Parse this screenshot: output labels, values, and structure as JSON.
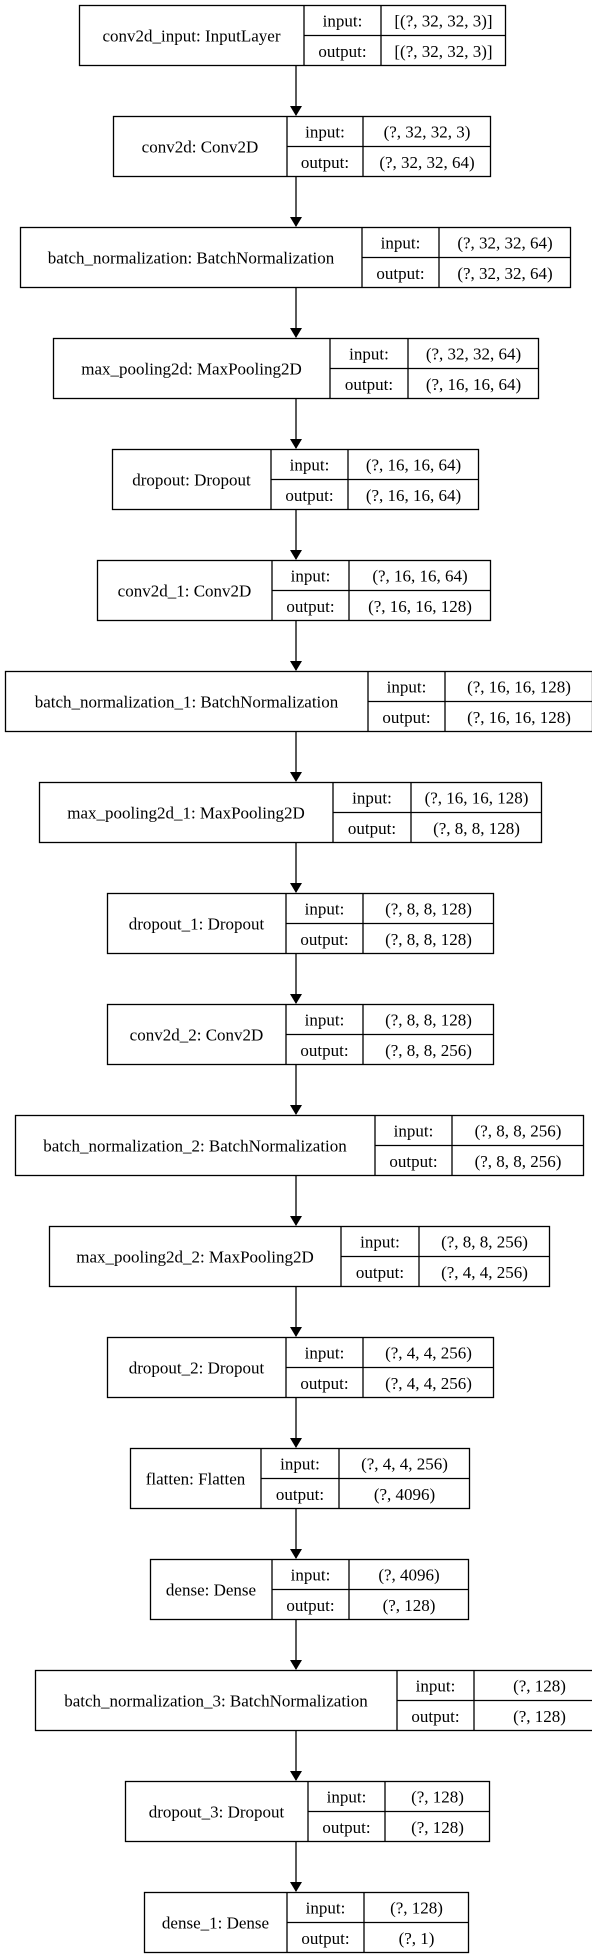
{
  "diagram": {
    "field_labels": {
      "input": "input:",
      "output": "output:"
    },
    "layers": [
      {
        "name": "conv2d_input: InputLayer",
        "input": "[(?, 32, 32, 3)]",
        "output": "[(?, 32, 32, 3)]"
      },
      {
        "name": "conv2d: Conv2D",
        "input": "(?, 32, 32, 3)",
        "output": "(?, 32, 32, 64)"
      },
      {
        "name": "batch_normalization: BatchNormalization",
        "input": "(?, 32, 32, 64)",
        "output": "(?, 32, 32, 64)"
      },
      {
        "name": "max_pooling2d: MaxPooling2D",
        "input": "(?, 32, 32, 64)",
        "output": "(?, 16, 16, 64)"
      },
      {
        "name": "dropout: Dropout",
        "input": "(?, 16, 16, 64)",
        "output": "(?, 16, 16, 64)"
      },
      {
        "name": "conv2d_1: Conv2D",
        "input": "(?, 16, 16, 64)",
        "output": "(?, 16, 16, 128)"
      },
      {
        "name": "batch_normalization_1: BatchNormalization",
        "input": "(?, 16, 16, 128)",
        "output": "(?, 16, 16, 128)"
      },
      {
        "name": "max_pooling2d_1: MaxPooling2D",
        "input": "(?, 16, 16, 128)",
        "output": "(?, 8, 8, 128)"
      },
      {
        "name": "dropout_1: Dropout",
        "input": "(?, 8, 8, 128)",
        "output": "(?, 8, 8, 128)"
      },
      {
        "name": "conv2d_2: Conv2D",
        "input": "(?, 8, 8, 128)",
        "output": "(?, 8, 8, 256)"
      },
      {
        "name": "batch_normalization_2: BatchNormalization",
        "input": "(?, 8, 8, 256)",
        "output": "(?, 8, 8, 256)"
      },
      {
        "name": "max_pooling2d_2: MaxPooling2D",
        "input": "(?, 8, 8, 256)",
        "output": "(?, 4, 4, 256)"
      },
      {
        "name": "dropout_2: Dropout",
        "input": "(?, 4, 4, 256)",
        "output": "(?, 4, 4, 256)"
      },
      {
        "name": "flatten: Flatten",
        "input": "(?, 4, 4, 256)",
        "output": "(?, 4096)"
      },
      {
        "name": "dense: Dense",
        "input": "(?, 4096)",
        "output": "(?, 128)"
      },
      {
        "name": "batch_normalization_3: BatchNormalization",
        "input": "(?, 128)",
        "output": "(?, 128)"
      },
      {
        "name": "dropout_3: Dropout",
        "input": "(?, 128)",
        "output": "(?, 128)"
      },
      {
        "name": "dense_1: Dense",
        "input": "(?, 128)",
        "output": "(?, 1)"
      }
    ]
  }
}
